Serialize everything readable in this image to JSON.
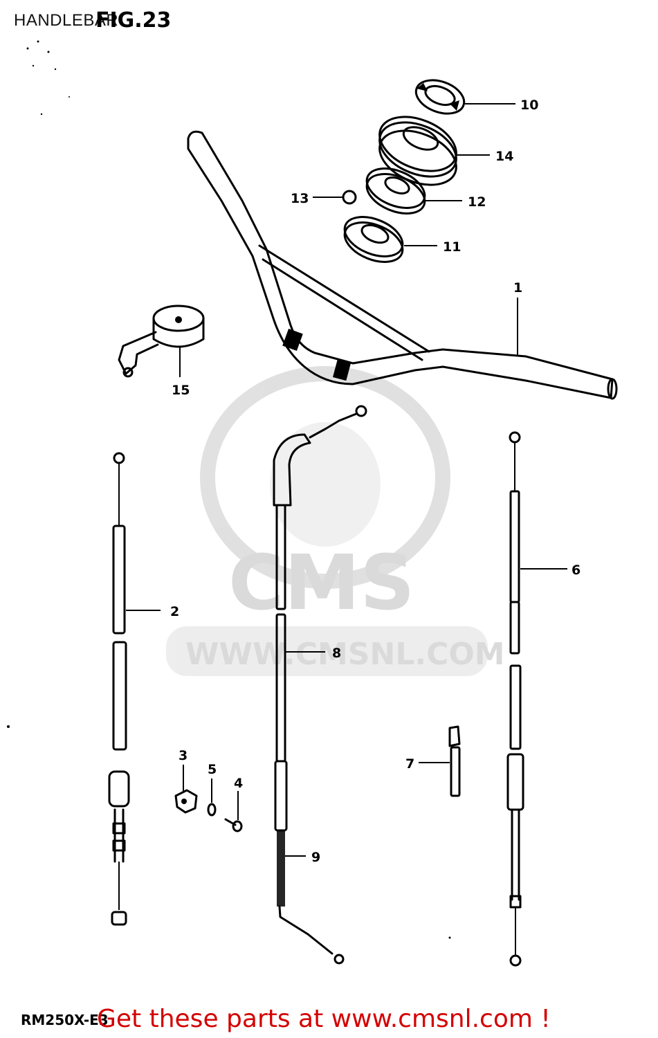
{
  "header": {
    "title": "HANDLEBAR",
    "figure": "FIG.23"
  },
  "footer": {
    "model": "RM250X-E3",
    "promo": "Get these parts at www.cmsnl.com !"
  },
  "watermark": {
    "brand": "CMS",
    "url": "WWW.CMSNL.COM",
    "color": "#bdbdbd"
  },
  "callouts": {
    "c1": "1",
    "c2": "2",
    "c3": "3",
    "c4": "4",
    "c5": "5",
    "c6": "6",
    "c7": "7",
    "c8": "8",
    "c9": "9",
    "c10": "10",
    "c11": "11",
    "c12": "12",
    "c13": "13",
    "c14": "14",
    "c15": "15"
  },
  "colors": {
    "promo": "#d40000",
    "line": "#000000"
  }
}
